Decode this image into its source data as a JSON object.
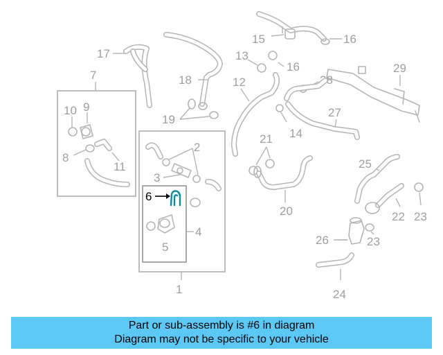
{
  "callouts": {
    "c1": "1",
    "c2": "2",
    "c3": "3",
    "c4": "4",
    "c5": "5",
    "c6": "6",
    "c7": "7",
    "c8": "8",
    "c9": "9",
    "c10": "10",
    "c11": "11",
    "c12": "12",
    "c13": "13",
    "c14": "14",
    "c15": "15",
    "c16a": "16",
    "c16b": "16",
    "c17": "17",
    "c18": "18",
    "c19": "19",
    "c20": "20",
    "c21": "21",
    "c22": "22",
    "c23a": "23",
    "c23b": "23",
    "c24": "24",
    "c25": "25",
    "c26": "26",
    "c27": "27",
    "c28": "28",
    "c29": "29"
  },
  "highlight": {
    "part_number": "6",
    "color": "#0a8a9a"
  },
  "banner": {
    "line1": "Part or sub-assembly is #6 in diagram",
    "line2": "Diagram may not be specific to your vehicle",
    "background": "#5bc8f5"
  }
}
